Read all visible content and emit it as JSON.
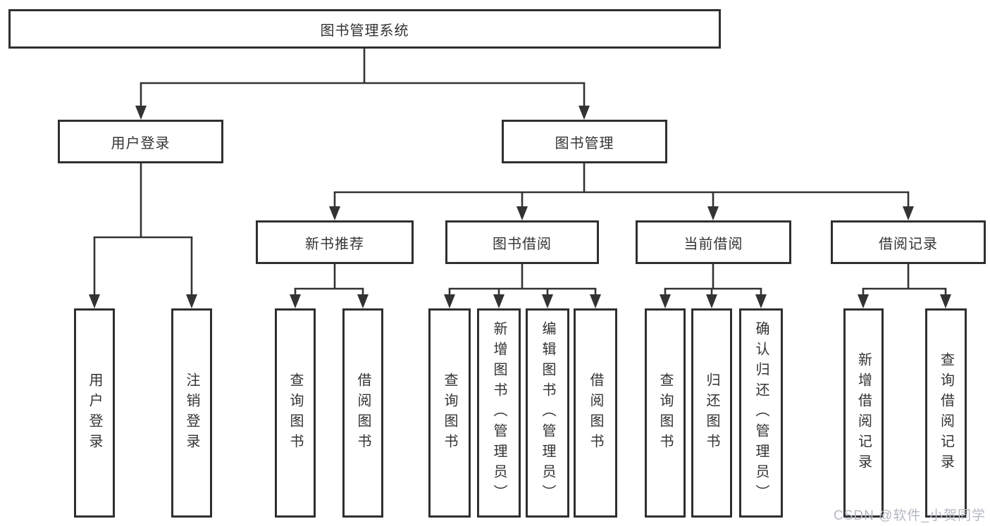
{
  "diagram": {
    "root": "图书管理系统",
    "level2": {
      "user_login": "用户登录",
      "book_mgmt": "图书管理"
    },
    "level3": {
      "new_book_rec": "新书推荐",
      "book_borrow": "图书借阅",
      "current_borrow": "当前借阅",
      "borrow_records": "借阅记录"
    },
    "leaves": {
      "user_login": "用户登录",
      "logout": "注销登录",
      "rec_query_book": "查询图书",
      "rec_borrow_book": "借阅图书",
      "borrow_query_book": "查询图书",
      "borrow_add_book": "新增图书（管理员）",
      "borrow_edit_book": "编辑图书（管理员）",
      "borrow_borrow_book": "借阅图书",
      "current_query_book": "查询图书",
      "current_return_book": "归还图书",
      "current_confirm_return": "确认归还（管理员）",
      "records_add_record": "新增借阅记录",
      "records_query_record": "查询借阅记录"
    },
    "structure": {
      "图书管理系统": [
        "用户登录",
        "图书管理"
      ],
      "用户登录": [
        "用户登录",
        "注销登录"
      ],
      "图书管理": [
        "新书推荐",
        "图书借阅",
        "当前借阅",
        "借阅记录"
      ],
      "新书推荐": [
        "查询图书",
        "借阅图书"
      ],
      "图书借阅": [
        "查询图书",
        "新增图书（管理员）",
        "编辑图书（管理员）",
        "借阅图书"
      ],
      "当前借阅": [
        "查询图书",
        "归还图书",
        "确认归还（管理员）"
      ],
      "借阅记录": [
        "新增借阅记录",
        "查询借阅记录"
      ]
    },
    "watermark": "CSDN @软件_小贺同学",
    "colors": {
      "line": "#333333",
      "border": "#2f2f2f",
      "text": "#333333",
      "watermark": "#b4b8bf",
      "background": "#ffffff"
    }
  }
}
